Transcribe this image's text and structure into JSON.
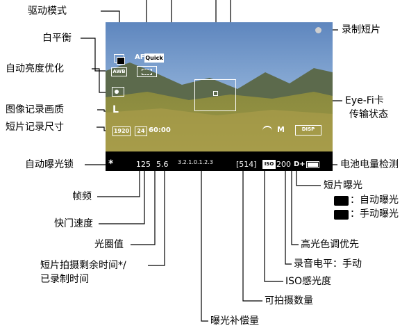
{
  "left_labels": {
    "drive_mode": "驱动模式",
    "white_balance": "白平衡",
    "auto_lighting": "自动亮度优化",
    "image_quality": "图像记录画质",
    "movie_size": "短片记录尺寸",
    "ae_lock": "自动曝光锁"
  },
  "right_labels": {
    "movie_record": "录制短片",
    "eyefi_line1": "Eye-Fi卡",
    "eyefi_line2": "传输状态",
    "battery": "电池电量检测",
    "movie_exposure": "短片曝光",
    "auto_exposure": "：自动曝光",
    "manual_exposure": "：手动曝光"
  },
  "bottom_labels": {
    "frame_rate": "帧频",
    "shutter_speed": "快门速度",
    "aperture": "光圈值",
    "remaining_line1": "短片拍摄剩余时间*/",
    "remaining_line2": "已录制时间",
    "highlight_priority": "高光色调优先",
    "sound_level": "录音电平：手动",
    "iso": "ISO感光度",
    "shots_remaining": "可拍摄数量",
    "exposure_comp": "曝光补偿量"
  },
  "screen": {
    "af_mode": "AF",
    "af_quick": "Quick",
    "wb": "AWB",
    "focus_mode": "FlexiZone",
    "quality": "L",
    "movie_size": "1920",
    "frame_rate_icon": "24",
    "time": "60:00",
    "ae_lock_mark": "*",
    "shutter": "125",
    "aperture": "5.6",
    "exp_scale": "3.2.1.0.1.2.3",
    "shots": "[514]",
    "iso_badge": "ISO",
    "iso_value": "200",
    "highlight": "D+",
    "sound": "M",
    "disp": "DISP"
  }
}
